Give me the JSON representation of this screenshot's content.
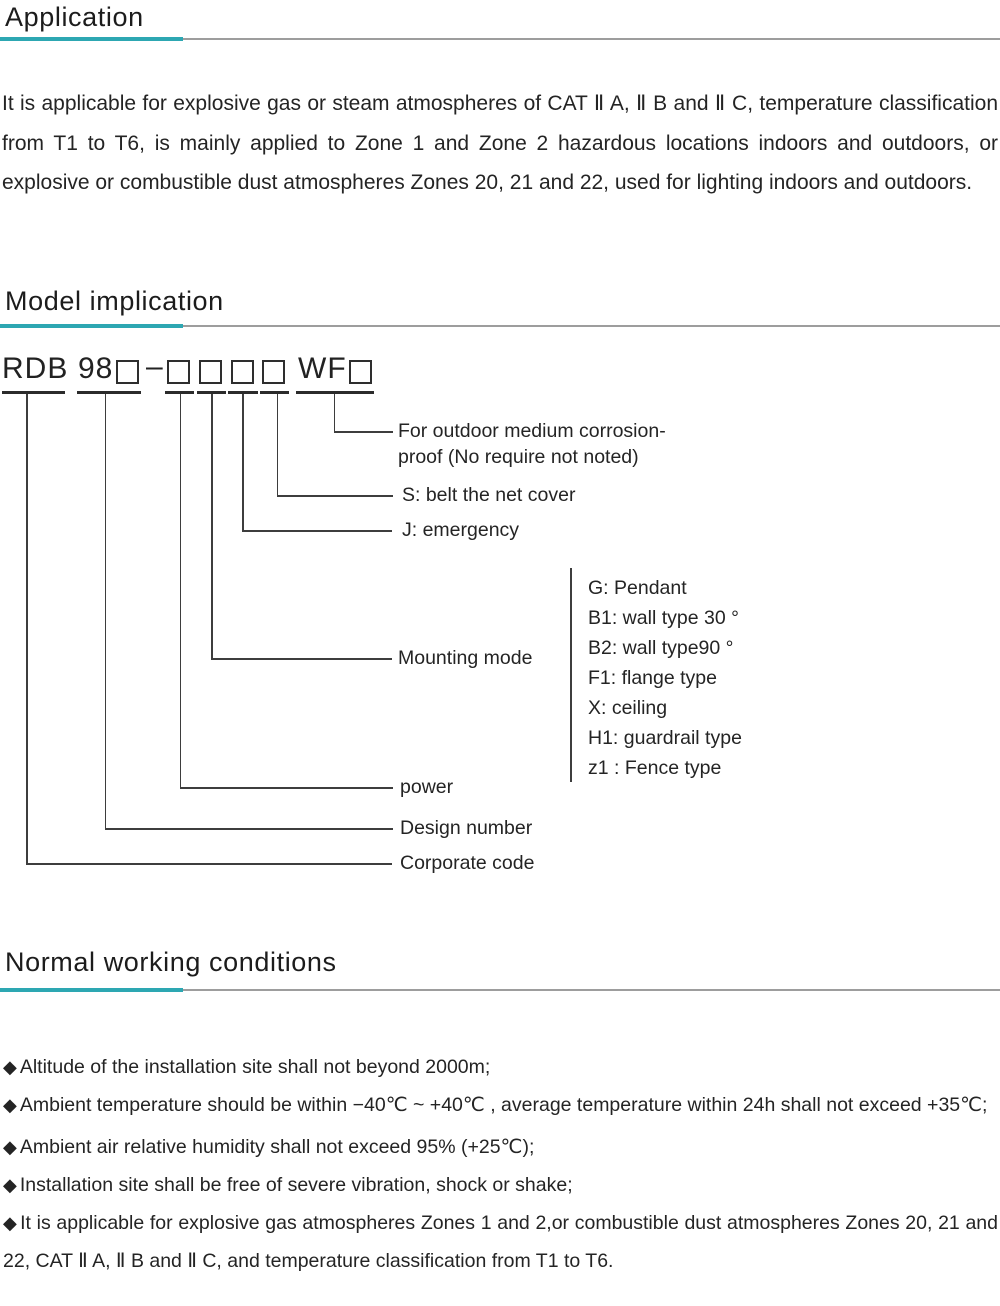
{
  "application": {
    "heading": "Application",
    "body": "It is applicable for explosive gas or steam atmospheres of CAT Ⅱ A, Ⅱ B and Ⅱ C, temperature classification from T1 to T6, is mainly applied to Zone 1 and Zone 2 hazardous locations indoors and outdoors, or explosive or combustible dust atmospheres Zones 20, 21 and 22, used for lighting indoors and outdoors."
  },
  "model_implication": {
    "heading": "Model implication",
    "code_parts": {
      "corporate": "RDB",
      "design": "98",
      "separator": "–",
      "suffix": "WF"
    },
    "labels": {
      "outdoor_line1": "For outdoor medium corrosion-",
      "outdoor_line2": "proof (No require not noted)",
      "net_cover": "S: belt the net cover",
      "emergency": "J: emergency",
      "mounting_mode": "Mounting mode",
      "power": "power",
      "design_number": "Design number",
      "corporate_code": "Corporate code"
    },
    "mounting_options": [
      "G: Pendant",
      "B1: wall type 30 °",
      "B2: wall type90 °",
      "F1: flange type",
      "X: ceiling",
      "H1: guardrail type",
      "z1 : Fence type"
    ]
  },
  "normal_working_conditions": {
    "heading": "Normal working conditions",
    "marker": "◆",
    "bullets": [
      "Altitude of the installation site shall not beyond 2000m;",
      "Ambient temperature should be within −40℃ ~ +40℃ , average temperature within 24h shall not exceed +35℃;",
      "Ambient air relative humidity shall not exceed 95% (+25℃);",
      "Installation site shall be free of severe vibration, shock or shake;",
      "It is applicable for explosive gas atmospheres Zones 1 and 2,or combustible dust atmospheres Zones 20, 21 and 22, CAT Ⅱ A, Ⅱ B and Ⅱ C, and temperature classification from T1 to T6."
    ]
  },
  "colors": {
    "accent_teal": "#2da7b2",
    "rule_gray": "#9d9d9d"
  }
}
